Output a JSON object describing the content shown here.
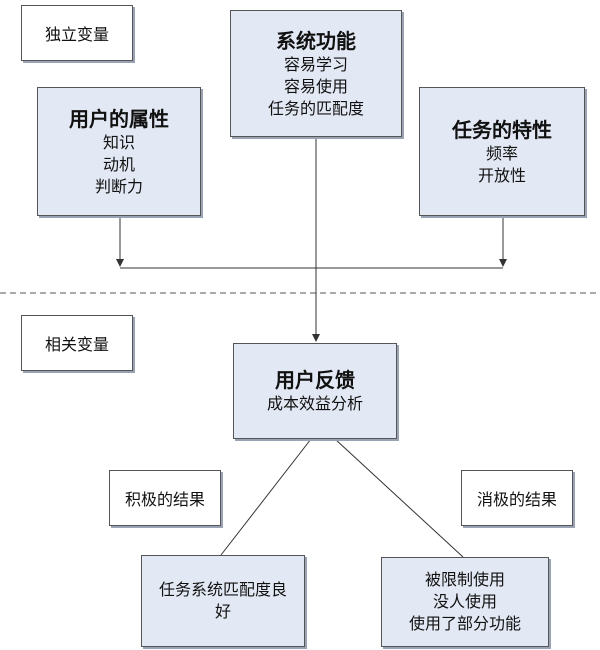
{
  "labels": {
    "independent": "独立变量",
    "dependent": "相关变量",
    "positive": "积极的结果",
    "negative": "消极的结果"
  },
  "boxes": {
    "system_function": {
      "title": "系统功能",
      "items": [
        "容易学习",
        "容易使用",
        "任务的匹配度"
      ]
    },
    "user_attributes": {
      "title": "用户的属性",
      "items": [
        "知识",
        "动机",
        "判断力"
      ]
    },
    "task_characteristics": {
      "title": "任务的特性",
      "items": [
        "频率",
        "开放性"
      ]
    },
    "user_feedback": {
      "title": "用户反馈",
      "items": [
        "成本效益分析"
      ]
    },
    "positive_outcome": {
      "items": [
        "任务系统匹配度良",
        "好"
      ]
    },
    "negative_outcome": {
      "items": [
        "被限制使用",
        "没人使用",
        "使用了部分功能"
      ]
    }
  },
  "colors": {
    "box_fill": "#e3e9f4",
    "line": "#333333"
  }
}
